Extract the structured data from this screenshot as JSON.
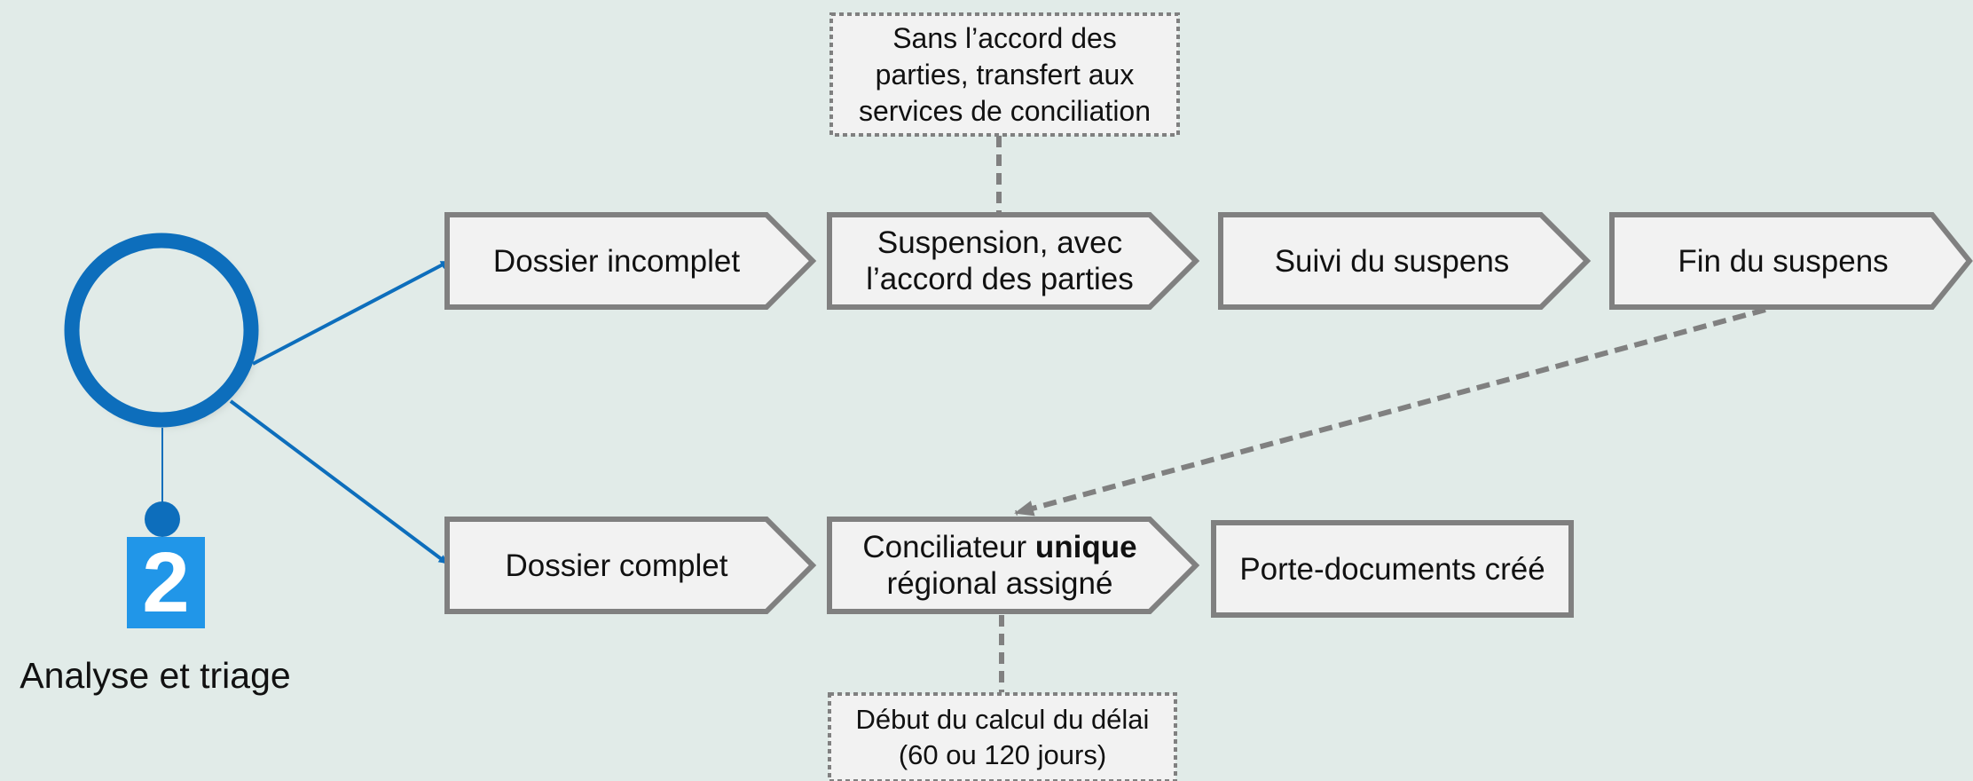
{
  "colors": {
    "background": "#e1ebe8",
    "box_fill": "#f2f2f2",
    "box_stroke": "#7f7f7f",
    "accent_blue": "#0d6ebc",
    "badge_blue": "#2196e8"
  },
  "icons": {
    "ring": "circle-ring-icon",
    "person": "person-marker-icon"
  },
  "step": {
    "number": "2",
    "caption": "Analyse et triage"
  },
  "nodes": {
    "incomplete": "Dossier incomplet",
    "suspension": [
      "Suspension, avec",
      "l’accord des parties"
    ],
    "suivi": "Suivi du suspens",
    "fin": "Fin du suspens",
    "complete": "Dossier complet",
    "conciliateur": {
      "pre": "Conciliateur ",
      "bold": "unique",
      "line2": "régional assigné"
    },
    "porte": "Porte-documents créé"
  },
  "notes": {
    "top": [
      "Sans l’accord des",
      "parties, transfert aux",
      "services de conciliation"
    ],
    "bottom": [
      "Début du calcul du délai",
      "(60 ou 120 jours)"
    ]
  }
}
